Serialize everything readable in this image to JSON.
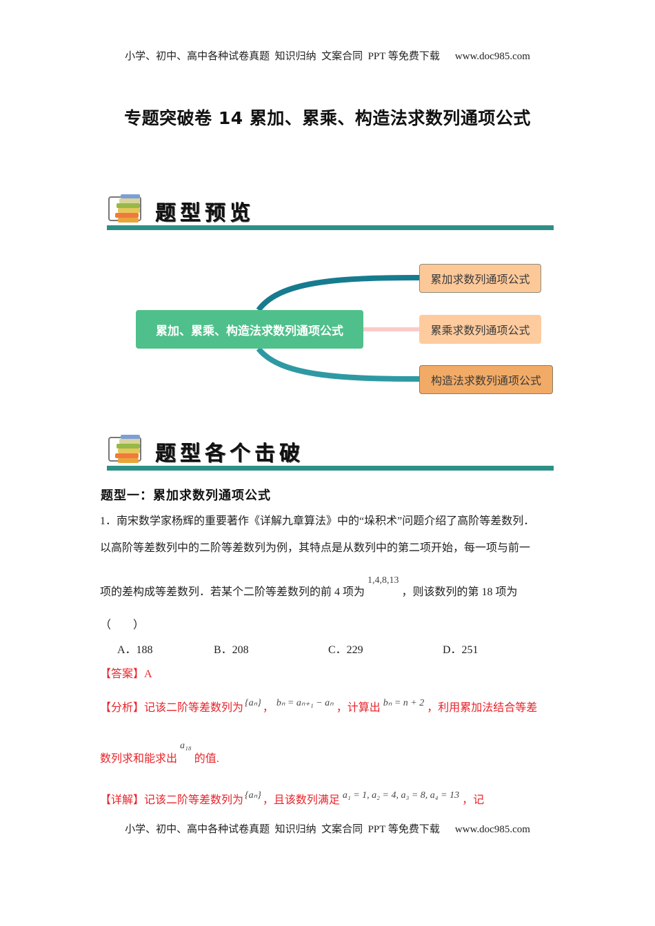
{
  "header": {
    "text": "小学、初中、高中各种试卷真题  知识归纳  文案合同  PPT 等免费下载",
    "url": "www.doc985.com"
  },
  "footer": {
    "text": "小学、初中、高中各种试卷真题  知识归纳  文案合同  PPT 等免费下载",
    "url": "www.doc985.com"
  },
  "title": "专题突破卷 14  累加、累乘、构造法求数列通项公式",
  "sections": {
    "preview": {
      "label": "题型预览",
      "icon": "book-stack-icon"
    },
    "breakdown": {
      "label": "题型各个击破",
      "icon": "book-stack-icon"
    }
  },
  "mindmap": {
    "root": {
      "label": "累加、累乘、构造法求数列通项公式",
      "color": "#4fc08b"
    },
    "branches": [
      {
        "label": "累加求数列通项公式",
        "color": "#fdc898",
        "line_color": "#177b8f"
      },
      {
        "label": "累乘求数列通项公式",
        "color": "#fdcb9e",
        "line_color": "#fbcaca"
      },
      {
        "label": "构造法求数列通项公式",
        "color": "#f2ab66",
        "line_color": "#2f99a3"
      }
    ]
  },
  "question_type": "题型一：累加求数列通项公式",
  "question": {
    "line1": "1．南宋数学家杨辉的重要著作《详解九章算法》中的“垛积术”问题介绍了高阶等差数列．",
    "line2": "以高阶等差数列中的二阶等差数列为例，其特点是从数列中的第二项开始，每一项与前一",
    "line3_a": "项的差构成等差数列．若某个二阶等差数列的前 4 项为",
    "line3_math": "1,4,8,13",
    "line3_b": "，则该数列的第 18 项为",
    "paren": "（　　）",
    "options": [
      {
        "key": "A",
        "label": "A．188"
      },
      {
        "key": "B",
        "label": "B．208"
      },
      {
        "key": "C",
        "label": "C．229"
      },
      {
        "key": "D",
        "label": "D．251"
      }
    ]
  },
  "answer": {
    "label": "【答案】",
    "value": "A"
  },
  "analysis": {
    "label": "【分析】",
    "t1": "记该二阶等差数列为",
    "m1": "{aₙ}",
    "t2": "，",
    "m2": "bₙ = aₙ₊₁ − aₙ",
    "t3": "，计算出",
    "m3": "bₙ = n + 2",
    "t4": "，利用累加法结合等差",
    "t5": "数列求和能求出",
    "m4": "a₁₈",
    "t6": "的值."
  },
  "detail": {
    "label": "【详解】",
    "t1": "记该二阶等差数列为",
    "m1": "{aₙ}",
    "t2": "，且该数列满足",
    "m2": "a₁ = 1, a₂ = 4, a₃ = 8, a₄ = 13",
    "t3": "，记"
  },
  "colors": {
    "accent_rule": "#2e8f86",
    "answer_red": "#e8232a"
  }
}
